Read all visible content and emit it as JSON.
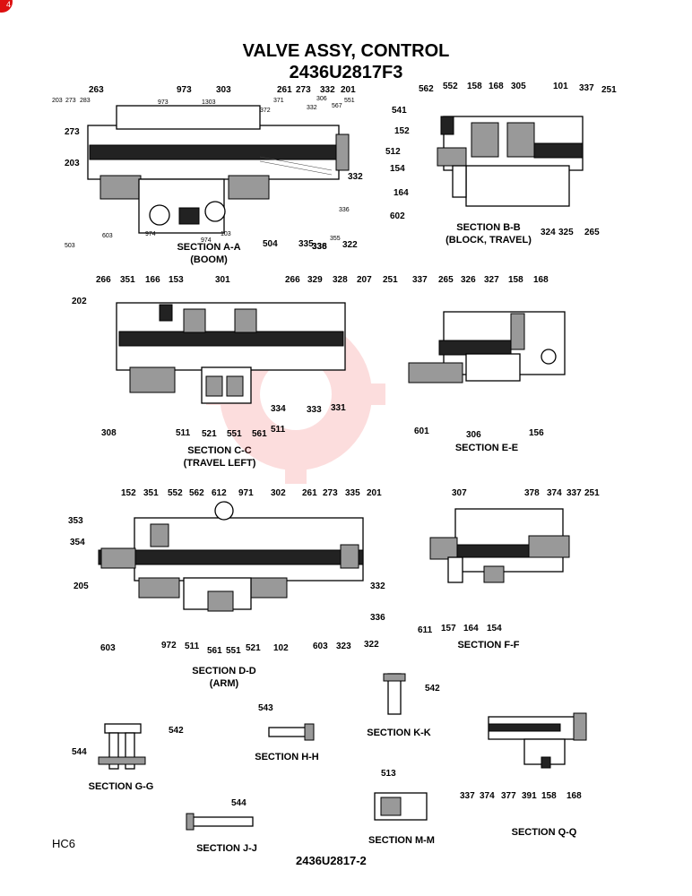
{
  "page": {
    "title": "VALVE ASSY, CONTROL",
    "part_number": "2436U2817F3",
    "model_code": "HC6",
    "footer_number": "2436U2817-2",
    "corner_badge": "4"
  },
  "sections": {
    "aa": {
      "name": "SECTION A-A",
      "sub": "(BOOM)"
    },
    "bb": {
      "name": "SECTION B-B",
      "sub": "(BLOCK, TRAVEL)"
    },
    "cc": {
      "name": "SECTION C-C",
      "sub": "(TRAVEL LEFT)"
    },
    "ee": {
      "name": "SECTION E-E"
    },
    "dd": {
      "name": "SECTION D-D",
      "sub": "(ARM)"
    },
    "ff": {
      "name": "SECTION F-F"
    },
    "kk": {
      "name": "SECTION K-K"
    },
    "hh": {
      "name": "SECTION H-H"
    },
    "gg": {
      "name": "SECTION G-G"
    },
    "mm": {
      "name": "SECTION M-M"
    },
    "jj": {
      "name": "SECTION J-J"
    },
    "qq": {
      "name": "SECTION Q-Q"
    }
  },
  "callouts": {
    "aa": [
      "263",
      "973",
      "303",
      "261",
      "273",
      "332",
      "201",
      "203",
      "273",
      "283",
      "973",
      "1303",
      "372",
      "371",
      "332",
      "306",
      "567",
      "551",
      "273",
      "203",
      "332",
      "336",
      "603",
      "974",
      "103",
      "974",
      "504",
      "335",
      "338",
      "355",
      "322",
      "503",
      "336"
    ],
    "bb": [
      "562",
      "552",
      "158",
      "168",
      "305",
      "101",
      "337",
      "251",
      "541",
      "152",
      "512",
      "154",
      "164",
      "602",
      "324",
      "325",
      "265"
    ],
    "cc": [
      "266",
      "351",
      "166",
      "153",
      "301",
      "266",
      "329",
      "328",
      "207",
      "202",
      "308",
      "511",
      "521",
      "551",
      "561",
      "511",
      "334",
      "333",
      "331"
    ],
    "ee": [
      "251",
      "337",
      "265",
      "326",
      "327",
      "158",
      "168",
      "601",
      "306",
      "156"
    ],
    "dd": [
      "152",
      "351",
      "552",
      "562",
      "612",
      "971",
      "302",
      "261",
      "273",
      "335",
      "201",
      "353",
      "354",
      "205",
      "603",
      "972",
      "511",
      "561",
      "551",
      "521",
      "102",
      "603",
      "323",
      "322",
      "332",
      "336"
    ],
    "ff": [
      "307",
      "378",
      "374",
      "337",
      "251",
      "611",
      "157",
      "164",
      "154"
    ],
    "kk": [
      "542"
    ],
    "hh": [
      "543"
    ],
    "gg": [
      "544",
      "542"
    ],
    "mm": [
      "513"
    ],
    "jj": [
      "544"
    ],
    "qq": [
      "337",
      "374",
      "377",
      "391",
      "158",
      "168"
    ]
  }
}
